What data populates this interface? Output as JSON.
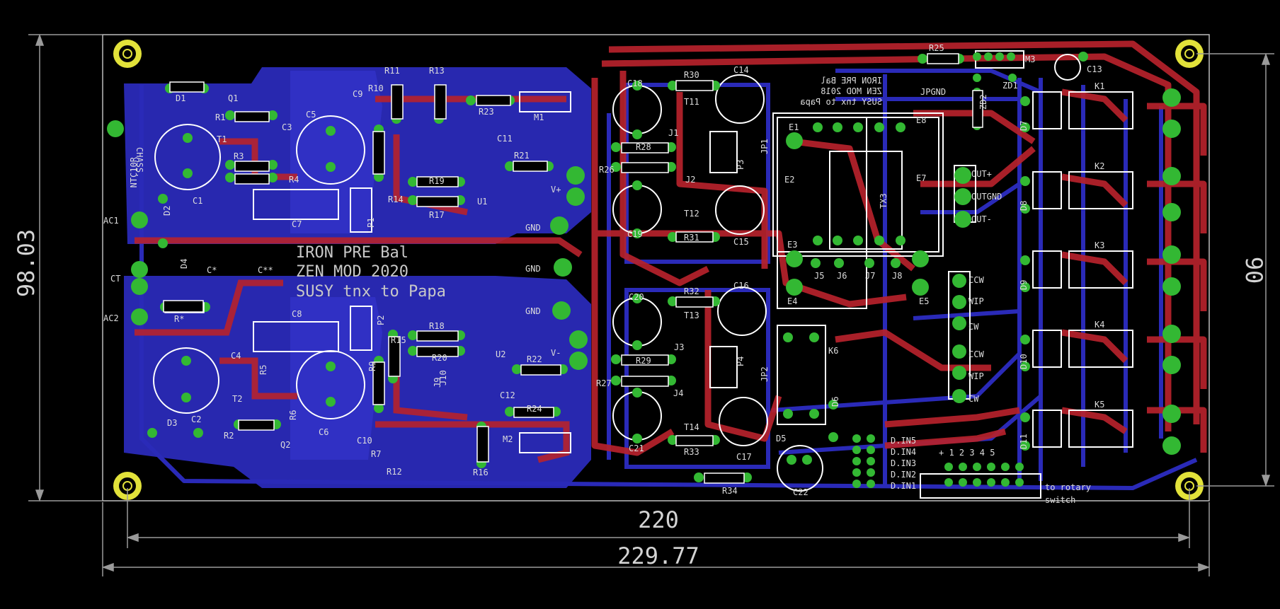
{
  "dimensions": {
    "height_mm": "98.03",
    "inner_height_mm": "90",
    "inner_width_mm": "220",
    "width_mm": "229.77"
  },
  "board_text": {
    "line1": "IRON PRE Bal",
    "line2": "ZEN MOD 2020",
    "line3": "SUSY tnx to Papa",
    "mirror_line1": "IRON PRE Bal",
    "mirror_line2": "ZEN MOD 2018",
    "mirror_line3": "SUSY tnx to Papa"
  },
  "connectors": {
    "ac1": "AC1",
    "ct": "CT",
    "ac2": "AC2",
    "chass": "CHASS.",
    "ntc": "NTC10R",
    "v_plus": "V+",
    "gnd1": "GND",
    "gnd2": "GND",
    "gnd3": "GND",
    "v_minus": "V-",
    "out_plus": "OUT+",
    "out_gnd": "OUTGND",
    "out_minus": "OUT-",
    "jpgnd": "JPGND",
    "ccw1": "CCW",
    "wip1": "WIP",
    "cw1": "CW",
    "ccw2": "CCW",
    "wip2": "WIP",
    "cw2": "CW",
    "rotary_line1": "to rotary",
    "rotary_line2": "switch",
    "header_numbers": "+ 1 2 3 4 5",
    "d_in5": "D.IN5",
    "d_in4": "D.IN4",
    "d_in3": "D.IN3",
    "d_in2": "D.IN2",
    "d_in1": "D.IN1"
  },
  "components": [
    {
      "id": "c1",
      "label": "C1"
    },
    {
      "id": "c2",
      "label": "C2"
    },
    {
      "id": "c5",
      "label": "C5"
    },
    {
      "id": "c6",
      "label": "C6"
    },
    {
      "id": "c3",
      "label": "C3"
    },
    {
      "id": "c4",
      "label": "C4"
    },
    {
      "id": "c7",
      "label": "C7"
    },
    {
      "id": "c8",
      "label": "C8"
    },
    {
      "id": "c9",
      "label": "C9"
    },
    {
      "id": "c10",
      "label": "C10"
    },
    {
      "id": "c11",
      "label": "C11"
    },
    {
      "id": "c12",
      "label": "C12"
    },
    {
      "id": "c13",
      "label": "C13"
    },
    {
      "id": "c14",
      "label": "C14"
    },
    {
      "id": "c15",
      "label": "C15"
    },
    {
      "id": "c16",
      "label": "C16"
    },
    {
      "id": "c17",
      "label": "C17"
    },
    {
      "id": "c18",
      "label": "C18"
    },
    {
      "id": "c19",
      "label": "C19"
    },
    {
      "id": "c20",
      "label": "C20"
    },
    {
      "id": "c21",
      "label": "C21"
    },
    {
      "id": "c22",
      "label": "C22"
    },
    {
      "id": "cs",
      "label": "C*"
    },
    {
      "id": "css",
      "label": "C**"
    },
    {
      "id": "d1",
      "label": "D1"
    },
    {
      "id": "d2",
      "label": "D2"
    },
    {
      "id": "d3",
      "label": "D3"
    },
    {
      "id": "d4",
      "label": "D4"
    },
    {
      "id": "d5",
      "label": "D5"
    },
    {
      "id": "d6",
      "label": "D6"
    },
    {
      "id": "d7",
      "label": "D7"
    },
    {
      "id": "d8",
      "label": "D8"
    },
    {
      "id": "d9",
      "label": "D9"
    },
    {
      "id": "d10",
      "label": "D10"
    },
    {
      "id": "d11",
      "label": "D11"
    },
    {
      "id": "r1",
      "label": "R1"
    },
    {
      "id": "r2",
      "label": "R2"
    },
    {
      "id": "r3",
      "label": "R3"
    },
    {
      "id": "r4",
      "label": "R4"
    },
    {
      "id": "r5",
      "label": "R5"
    },
    {
      "id": "r6",
      "label": "R6"
    },
    {
      "id": "r7",
      "label": "R7"
    },
    {
      "id": "r9",
      "label": "R9"
    },
    {
      "id": "r10",
      "label": "R10"
    },
    {
      "id": "r11",
      "label": "R11"
    },
    {
      "id": "r12",
      "label": "R12"
    },
    {
      "id": "r13",
      "label": "R13"
    },
    {
      "id": "r14",
      "label": "R14"
    },
    {
      "id": "r15",
      "label": "R15"
    },
    {
      "id": "r16",
      "label": "R16"
    },
    {
      "id": "r17",
      "label": "R17"
    },
    {
      "id": "r18",
      "label": "R18"
    },
    {
      "id": "r19",
      "label": "R19"
    },
    {
      "id": "r20",
      "label": "R20"
    },
    {
      "id": "r21",
      "label": "R21"
    },
    {
      "id": "r22",
      "label": "R22"
    },
    {
      "id": "r23",
      "label": "R23"
    },
    {
      "id": "r24",
      "label": "R24"
    },
    {
      "id": "r25",
      "label": "R25"
    },
    {
      "id": "r26",
      "label": "R26"
    },
    {
      "id": "r27",
      "label": "R27"
    },
    {
      "id": "r28",
      "label": "R28"
    },
    {
      "id": "r29",
      "label": "R29"
    },
    {
      "id": "r30",
      "label": "R30"
    },
    {
      "id": "r31",
      "label": "R31"
    },
    {
      "id": "r32",
      "label": "R32"
    },
    {
      "id": "r33",
      "label": "R33"
    },
    {
      "id": "r34",
      "label": "R34"
    },
    {
      "id": "rs",
      "label": "R*"
    },
    {
      "id": "t1",
      "label": "T1"
    },
    {
      "id": "t2",
      "label": "T2"
    },
    {
      "id": "t11",
      "label": "T11"
    },
    {
      "id": "t12",
      "label": "T12"
    },
    {
      "id": "t13",
      "label": "T13"
    },
    {
      "id": "t14",
      "label": "T14"
    },
    {
      "id": "j1",
      "label": "J1"
    },
    {
      "id": "j2",
      "label": "J2"
    },
    {
      "id": "j3",
      "label": "J3"
    },
    {
      "id": "j4",
      "label": "J4"
    },
    {
      "id": "j5",
      "label": "J5"
    },
    {
      "id": "j6",
      "label": "J6"
    },
    {
      "id": "j7",
      "label": "J7"
    },
    {
      "id": "j8",
      "label": "J8"
    },
    {
      "id": "j9",
      "label": "J9"
    },
    {
      "id": "j10",
      "label": "J10"
    },
    {
      "id": "q1",
      "label": "Q1"
    },
    {
      "id": "q2",
      "label": "Q2"
    },
    {
      "id": "u1",
      "label": "U1"
    },
    {
      "id": "u2",
      "label": "U2"
    },
    {
      "id": "m1",
      "label": "M1"
    },
    {
      "id": "m2",
      "label": "M2"
    },
    {
      "id": "m3",
      "label": "M3"
    },
    {
      "id": "p1",
      "label": "P1"
    },
    {
      "id": "p2",
      "label": "P2"
    },
    {
      "id": "p3",
      "label": "P3"
    },
    {
      "id": "p4",
      "label": "P4"
    },
    {
      "id": "jp1",
      "label": "JP1"
    },
    {
      "id": "jp2",
      "label": "JP2"
    },
    {
      "id": "k1",
      "label": "K1"
    },
    {
      "id": "k2",
      "label": "K2"
    },
    {
      "id": "k3",
      "label": "K3"
    },
    {
      "id": "k4",
      "label": "K4"
    },
    {
      "id": "k5",
      "label": "K5"
    },
    {
      "id": "k6",
      "label": "K6"
    },
    {
      "id": "tx3",
      "label": "TX3"
    },
    {
      "id": "zd1",
      "label": "ZD1"
    },
    {
      "id": "zd2",
      "label": "ZD2"
    },
    {
      "id": "e1",
      "label": "E1"
    },
    {
      "id": "e2",
      "label": "E2"
    },
    {
      "id": "e3",
      "label": "E3"
    },
    {
      "id": "e4",
      "label": "E4"
    },
    {
      "id": "e5",
      "label": "E5"
    },
    {
      "id": "e7",
      "label": "E7"
    },
    {
      "id": "e8",
      "label": "E8"
    }
  ],
  "colors": {
    "background": "#000000",
    "copper_bottom": "#2a2ab8",
    "copper_top": "#b7222c",
    "pad": "#33b833",
    "mount_hole": "#e2e23a",
    "silkscreen": "#ffffff",
    "dimension_line": "#9a9a9a",
    "outline": "#c0c0c0"
  }
}
